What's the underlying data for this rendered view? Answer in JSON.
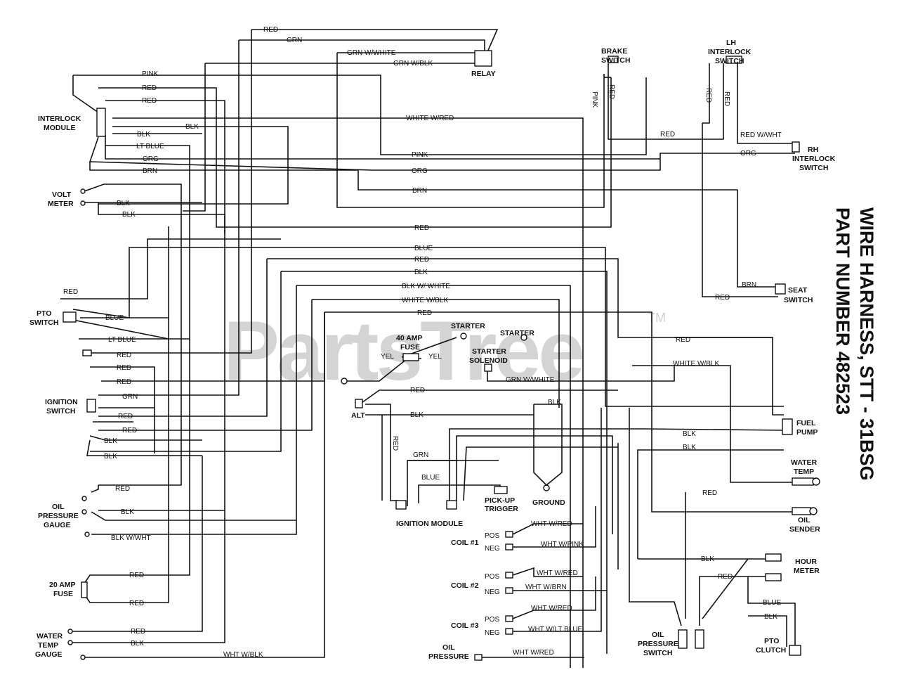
{
  "watermark": {
    "text": "PartsTree",
    "tm": "TM"
  },
  "title": {
    "line1": "WIRE HARNESS, STT - 31BSG",
    "line2": "PART NUMBER 482523"
  },
  "components": {
    "relay": "RELAY",
    "brake_switch": [
      "BRAKE",
      "SWITCH"
    ],
    "lh_interlock": [
      "LH",
      "INTERLOCK",
      "SWITCH"
    ],
    "rh_interlock": [
      "RH",
      "INTERLOCK",
      "SWITCH"
    ],
    "interlock_module": [
      "INTERLOCK",
      "MODULE"
    ],
    "volt_meter": [
      "VOLT",
      "METER"
    ],
    "pto_switch": [
      "PTO",
      "SWITCH"
    ],
    "ignition_switch": [
      "IGNITION",
      "SWITCH"
    ],
    "oil_pressure_gauge": [
      "OIL",
      "PRESSURE",
      "GAUGE"
    ],
    "fuse_20": [
      "20 AMP",
      "FUSE"
    ],
    "water_temp_gauge": [
      "WATER",
      "TEMP",
      "GAUGE"
    ],
    "seat_switch": [
      "SEAT",
      "SWITCH"
    ],
    "fuse_40": [
      "40 AMP",
      "FUSE"
    ],
    "starter": "STARTER",
    "starter_solenoid": [
      "STARTER",
      "SOLENOID"
    ],
    "alt": "ALT",
    "ignition_module": "IGNITION MODULE",
    "pickup_trigger": [
      "PICK-UP",
      "TRIGGER"
    ],
    "ground": "GROUND",
    "coil1": "COIL #1",
    "coil2": "COIL #2",
    "coil3": "COIL #3",
    "oil_pressure": [
      "OIL",
      "PRESSURE"
    ],
    "fuel_pump": [
      "FUEL",
      "PUMP"
    ],
    "water_temp": [
      "WATER",
      "TEMP"
    ],
    "oil_sender": [
      "OIL",
      "SENDER"
    ],
    "hour_meter": [
      "HOUR",
      "METER"
    ],
    "oil_pressure_switch": [
      "OIL",
      "PRESSURE",
      "SWITCH"
    ],
    "pto_clutch": [
      "PTO",
      "CLUTCH"
    ],
    "pos": "POS",
    "neg": "NEG"
  },
  "wires": {
    "red": "RED",
    "grn": "GRN",
    "grn_w_white": "GRN W/WHITE",
    "grn_w_blk": "GRN W/BLK",
    "pink": "PINK",
    "blk": "BLK",
    "lt_blue": "LT BLUE",
    "org": "ORG",
    "brn": "BRN",
    "white_w_red": "WHITE W/RED",
    "red_w_wht": "RED W/WHT",
    "blue": "BLUE",
    "blk_w_white": "BLK W/ WHITE",
    "white_w_blk": "WHITE W/BLK",
    "yel": "YEL",
    "blk_w_wht": "BLK W/WHT",
    "wht_w_red": "WHT W/RED",
    "wht_w_pink": "WHT W/PINK",
    "wht_w_brn": "WHT W/BRN",
    "wht_w_lt_blue": "WHT W/LT BLUE",
    "wht_w_blk": "WHT W/BLK",
    "white_w_blk_upper": "WHITE W/BLK",
    "grn_w_white_lower": "GRN W/WHITE"
  }
}
